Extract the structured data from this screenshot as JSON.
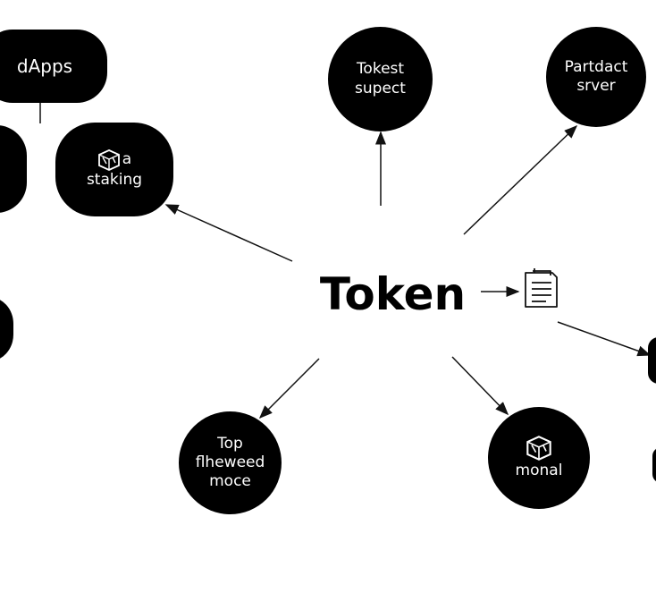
{
  "center": {
    "label": "Token"
  },
  "nodes": {
    "dapps": {
      "label": "dApps"
    },
    "staking": {
      "line1": "a",
      "line2": "staking",
      "icon": "cube-icon"
    },
    "token_supect": {
      "line1": "Tokest",
      "line2": "supect"
    },
    "partdact": {
      "line1": "Partdact",
      "line2": "srver"
    },
    "top_flheweed": {
      "line1": "Top",
      "line2": "flheweed",
      "line3": "moce"
    },
    "monal": {
      "label": "monal",
      "icon": "cube-icon"
    }
  },
  "icons": {
    "document": "document-icon"
  },
  "colors": {
    "node_fill": "#000000",
    "node_text": "#ffffff",
    "edge": "#111111"
  }
}
